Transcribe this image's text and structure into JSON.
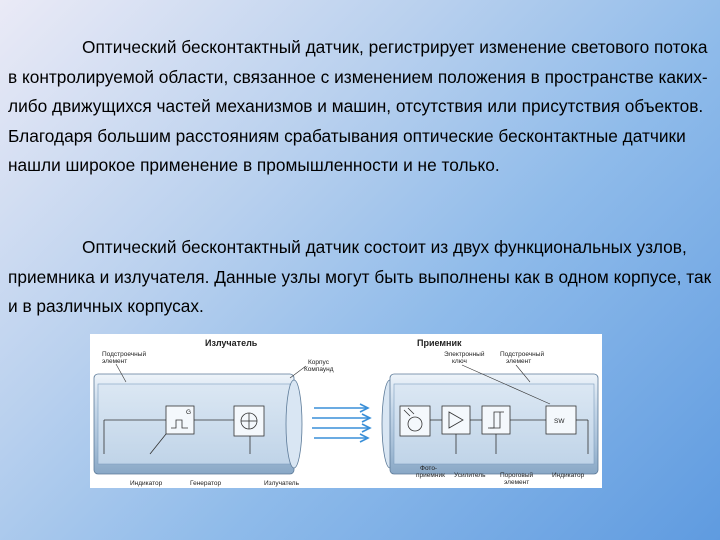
{
  "paragraphs": [
    "Оптический бесконтактный датчик, регистрирует изменение светового потока в контролируемой области, связанное с изменением положения в пространстве каких-либо движущихся частей механизмов и машин, отсутствия или присутствия объектов. Благодаря большим расстояниям срабатывания оптические бесконтактные датчики нашли широкое применение в промышленности и не только.",
    "Оптический бесконтактный датчик состоит из двух функциональных узлов, приемника и излучателя. Данные узлы могут быть выполнены как в одном корпусе, так и в различных корпусах."
  ],
  "figure": {
    "emitter_title": "Излучатель",
    "receiver_title": "Приемник",
    "labels": {
      "tuning_element_left_1": "Подстроечный",
      "tuning_element_left_2": "элемент",
      "housing": "Корпус",
      "compound": "Компаунд",
      "electronic_key_1": "Электронный",
      "electronic_key_2": "ключ",
      "tuning_element_right_1": "Подстроечный",
      "tuning_element_right_2": "элемент",
      "indicator_left": "Индикатор",
      "generator": "Генератор",
      "emitter": "Излучатель",
      "photoreceiver_1": "Фото-",
      "photoreceiver_2": "приемник",
      "amplifier": "Усилитель",
      "threshold_element_1": "Пороговый",
      "threshold_element_2": "элемент",
      "indicator_right": "Индикатор",
      "g_symbol": "G",
      "sw_symbol": "SW"
    },
    "colors": {
      "housing_fill": "#bcd0e4",
      "housing_dark": "#7f9fbf",
      "beam": "#3a8fd8",
      "lines": "#333333"
    }
  }
}
